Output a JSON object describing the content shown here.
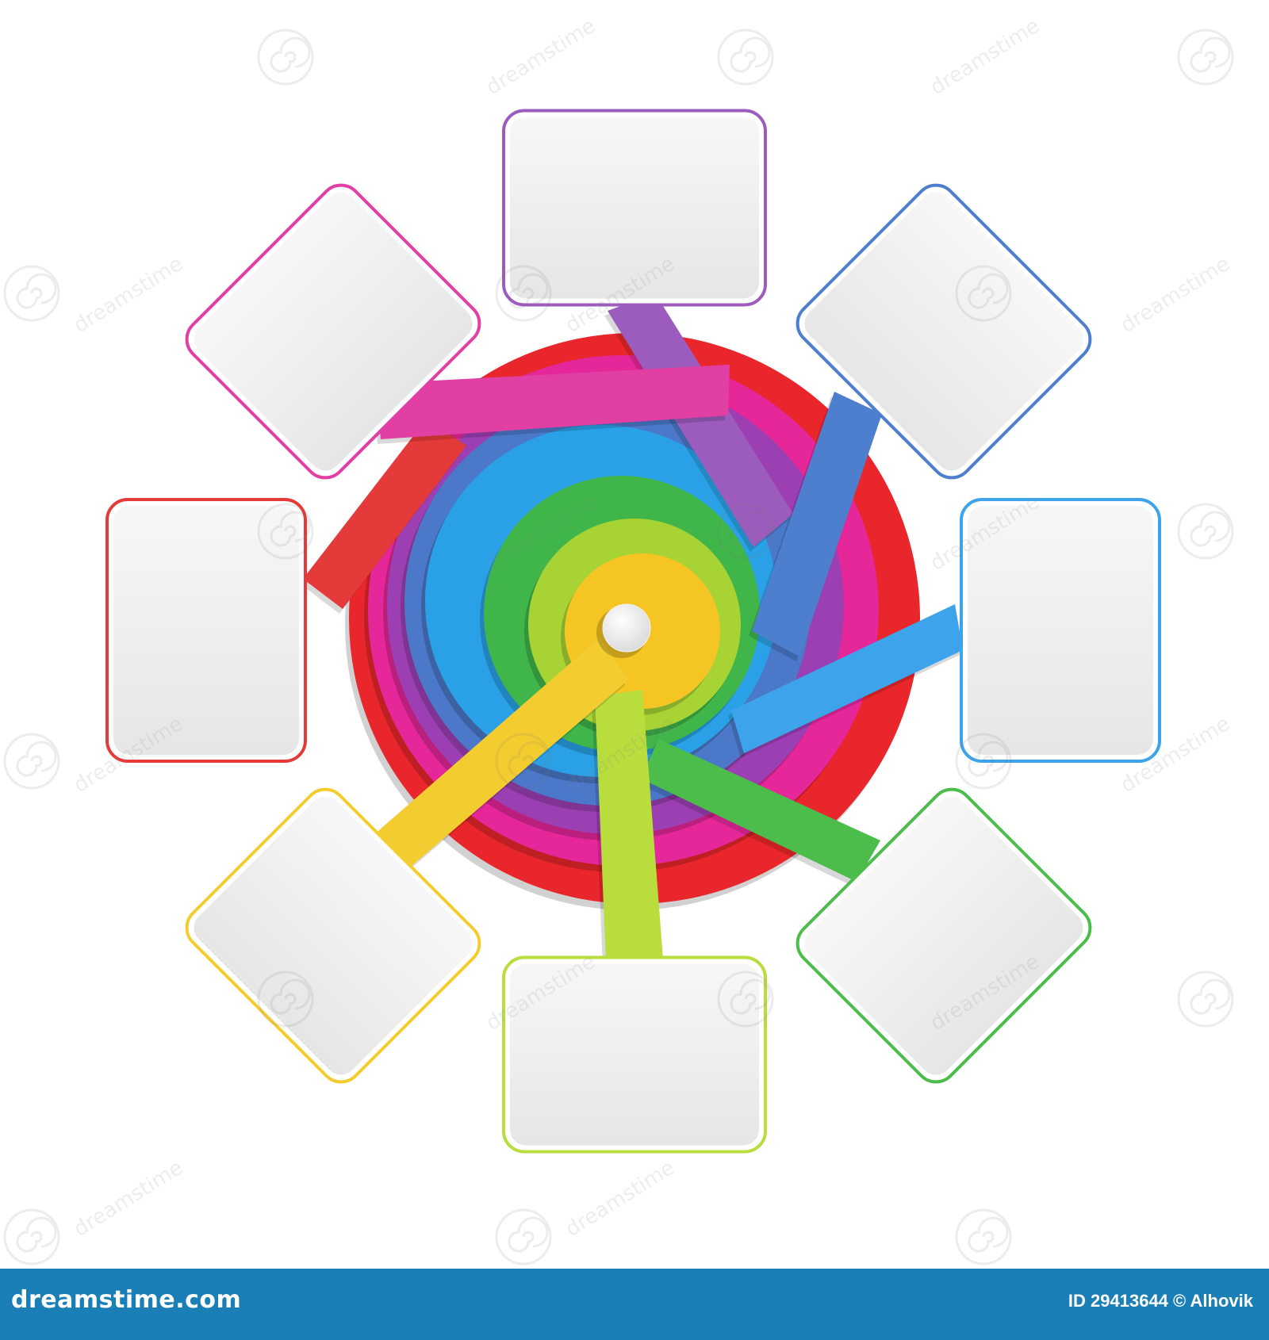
{
  "diagram": {
    "type": "radial-infographic",
    "item_count": 8,
    "hub_color": "#f2f2f2",
    "ring_colors": [
      "#e8262b",
      "#e5279a",
      "#9b3fb2",
      "#4b78c9",
      "#2aa1e6",
      "#3fb54a",
      "#a7d335",
      "#f5c523"
    ],
    "items": [
      {
        "name": "top",
        "color": "#9b5cbd",
        "text": ""
      },
      {
        "name": "top-right",
        "color": "#4e7fce",
        "text": ""
      },
      {
        "name": "right",
        "color": "#3da3ea",
        "text": ""
      },
      {
        "name": "bottom-right",
        "color": "#4cbd4a",
        "text": ""
      },
      {
        "name": "bottom",
        "color": "#b9dd3c",
        "text": ""
      },
      {
        "name": "bottom-left",
        "color": "#f3cd2f",
        "text": ""
      },
      {
        "name": "left",
        "color": "#e53a3a",
        "text": ""
      },
      {
        "name": "top-left",
        "color": "#e23fa5",
        "text": ""
      }
    ]
  },
  "watermark": {
    "text": "dreamstime",
    "icon": "spiral-logo-icon"
  },
  "footer": {
    "brand": "dreamstime.com",
    "credit": "ID 29413644 © Alhovik",
    "background": "#1a7fb6"
  }
}
